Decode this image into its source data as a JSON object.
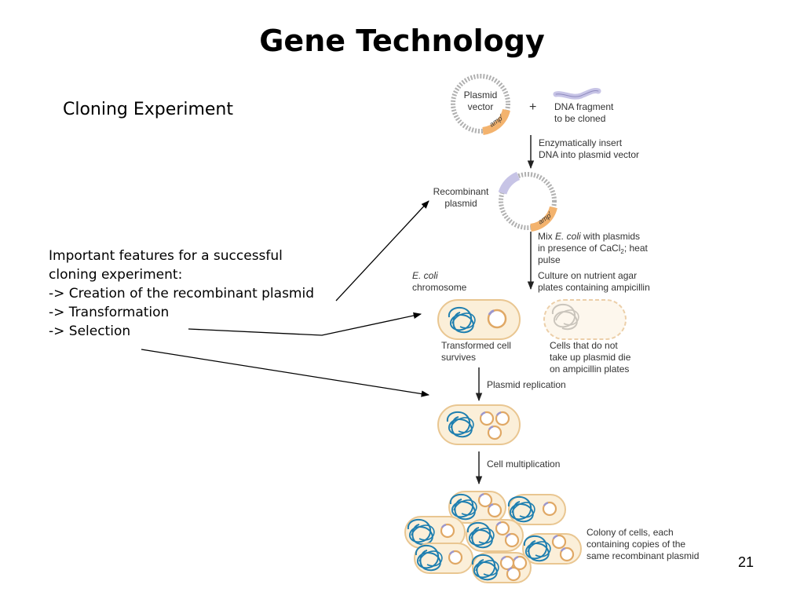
{
  "slide": {
    "title": "Gene Technology",
    "subtitle": "Cloning Experiment",
    "features_lines": [
      "Important features for a successful",
      "cloning experiment:",
      "",
      "-> Creation of the recombinant plasmid",
      "-> Transformation",
      "-> Selection"
    ],
    "page_number": "21"
  },
  "diagram": {
    "plasmid_vector_line1": "Plasmid",
    "plasmid_vector_line2": "vector",
    "amp_label": "amp",
    "amp_sup": "r",
    "plus": "+",
    "dna_fragment_line1": "DNA fragment",
    "dna_fragment_line2": "to be cloned",
    "step1_line1": "Enzymatically insert",
    "step1_line2": "DNA into plasmid vector",
    "recombinant_line1": "Recombinant",
    "recombinant_line2": "plasmid",
    "step2_line1_pre": "Mix ",
    "step2_line1_italic": "E. coli",
    "step2_line1_post": " with plasmids",
    "step2_line2_pre": "in presence of CaCl",
    "step2_line2_sub": "2",
    "step2_line2_post": "; heat",
    "step2_line3": "pulse",
    "step3_line1": "Culture on nutrient agar",
    "step3_line2": "plates containing ampicillin",
    "ecoli_line1": "E. coli",
    "ecoli_line2": "chromosome",
    "transformed_line1": "Transformed cell",
    "transformed_line2": "survives",
    "untransformed_line1": "Cells that do not",
    "untransformed_line2": "take up plasmid die",
    "untransformed_line3": "on ampicillin plates",
    "step4": "Plasmid replication",
    "step5": "Cell multiplication",
    "colony_line1": "Colony of cells, each",
    "colony_line2": "containing copies of the",
    "colony_line3": "same recombinant plasmid"
  },
  "colors": {
    "chromosome": "#1f7fb0",
    "cell_fill": "#fbefd9",
    "cell_stroke": "#e9c691",
    "amp_segment": "#f3b36e",
    "insert_segment": "#c7c4e6",
    "plasmid_ring": "#b8b8b8"
  }
}
